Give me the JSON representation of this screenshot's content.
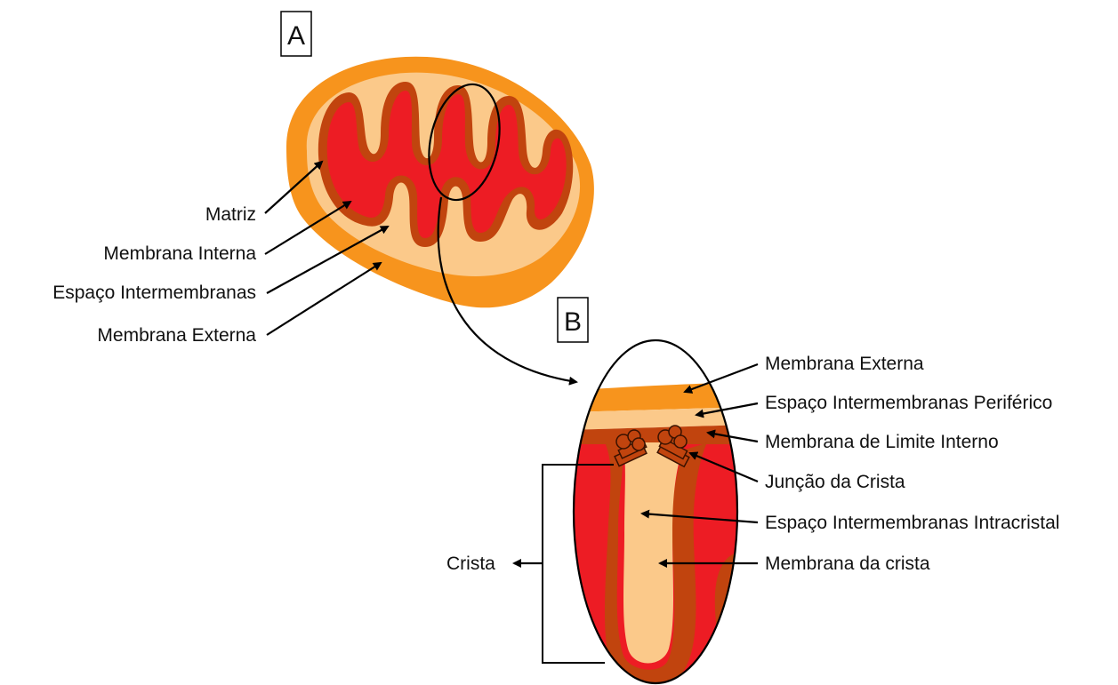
{
  "panels": {
    "a": "A",
    "b": "B"
  },
  "labels_a": {
    "matriz": "Matriz",
    "membrana_interna": "Membrana Interna",
    "espaco_intermembranas": "Espaço Intermembranas",
    "membrana_externa": "Membrana Externa"
  },
  "labels_b": {
    "membrana_externa": "Membrana Externa",
    "espaco_periferico": "Espaço Intermembranas Periférico",
    "membrana_limite_interno": "Membrana de Limite Interno",
    "juncao_crista": "Junção da Crista",
    "espaco_intracristal": "Espaço Intermembranas Intracristal",
    "membrana_crista": "Membrana da crista",
    "crista": "Crista"
  },
  "colors": {
    "outer_orange": "#f7941d",
    "intermembrane_light": "#fbc98a",
    "inner_membrane": "#c1440e",
    "matrix_red": "#ed1c24"
  }
}
